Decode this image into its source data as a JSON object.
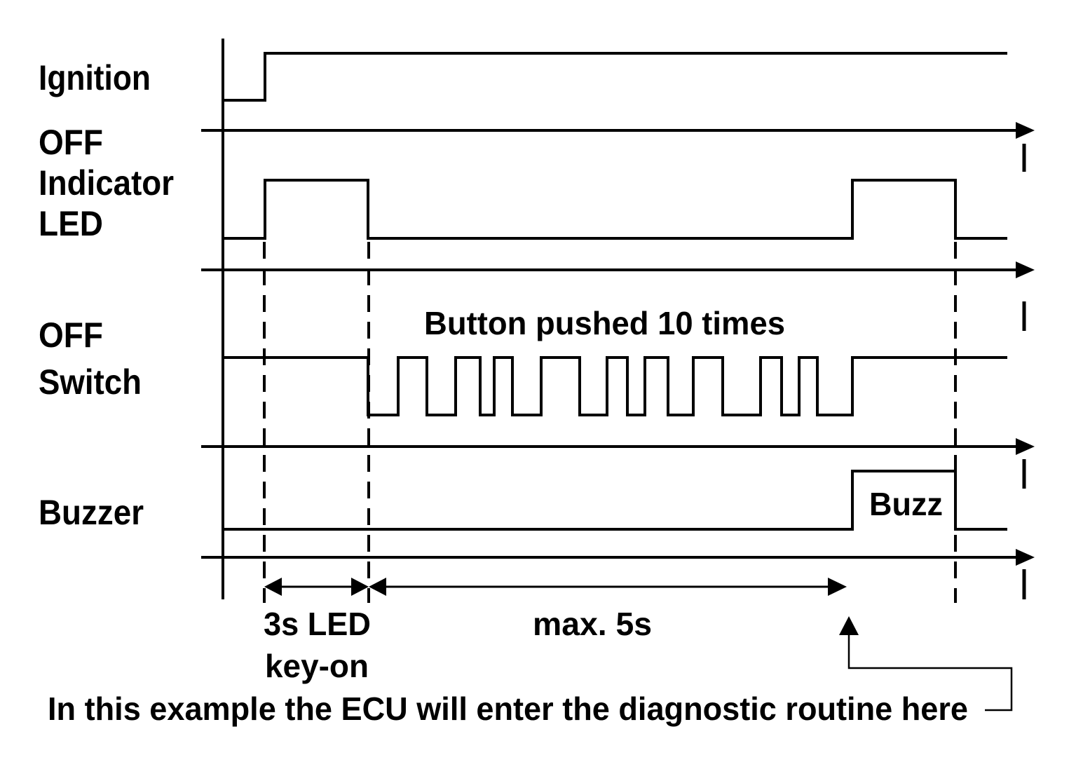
{
  "signals": {
    "ignition": {
      "label": "Ignition"
    },
    "indicator_led": {
      "label_line1": "OFF",
      "label_line2": "Indicator",
      "label_line3": "LED"
    },
    "off_switch": {
      "label_line1": "OFF",
      "label_line2": "Switch"
    },
    "buzzer": {
      "label": "Buzzer"
    }
  },
  "annotations": {
    "button_pushed": "Button pushed 10 times",
    "buzz": "Buzz",
    "led_interval_line1": "3s LED",
    "led_interval_line2": "key-on",
    "max_interval": "max. 5s",
    "caption": "In this example the ECU will enter the diagnostic routine here"
  },
  "colors": {
    "line": "#000000",
    "background": "#ffffff"
  }
}
